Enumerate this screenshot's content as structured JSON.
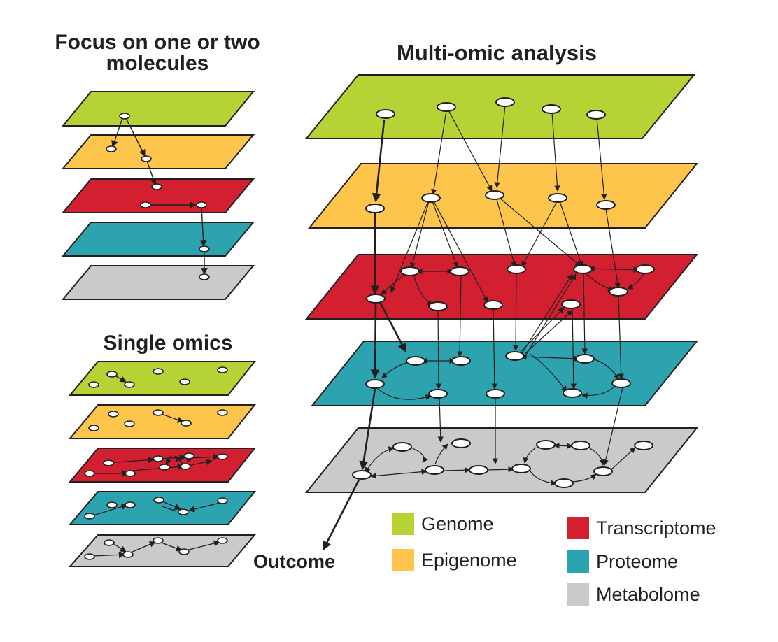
{
  "titles": {
    "focus": "Focus on one or two molecules",
    "multi": "Multi-omic analysis",
    "single": "Single omics"
  },
  "outcome": "Outcome",
  "legend": [
    {
      "label": "Genome",
      "color": "#b5d334"
    },
    {
      "label": "Epigenome",
      "color": "#fdc54b"
    },
    {
      "label": "Transcriptome",
      "color": "#d32030"
    },
    {
      "label": "Proteome",
      "color": "#2ea3b0"
    },
    {
      "label": "Metabolome",
      "color": "#c9cacc"
    }
  ],
  "colors": {
    "genome": "#b5d334",
    "epigenome": "#fdc54b",
    "transcriptome": "#d32030",
    "proteome": "#2ea3b0",
    "metabolome": "#c9cacc",
    "stroke": "#231f20",
    "node": "#ffffff"
  }
}
